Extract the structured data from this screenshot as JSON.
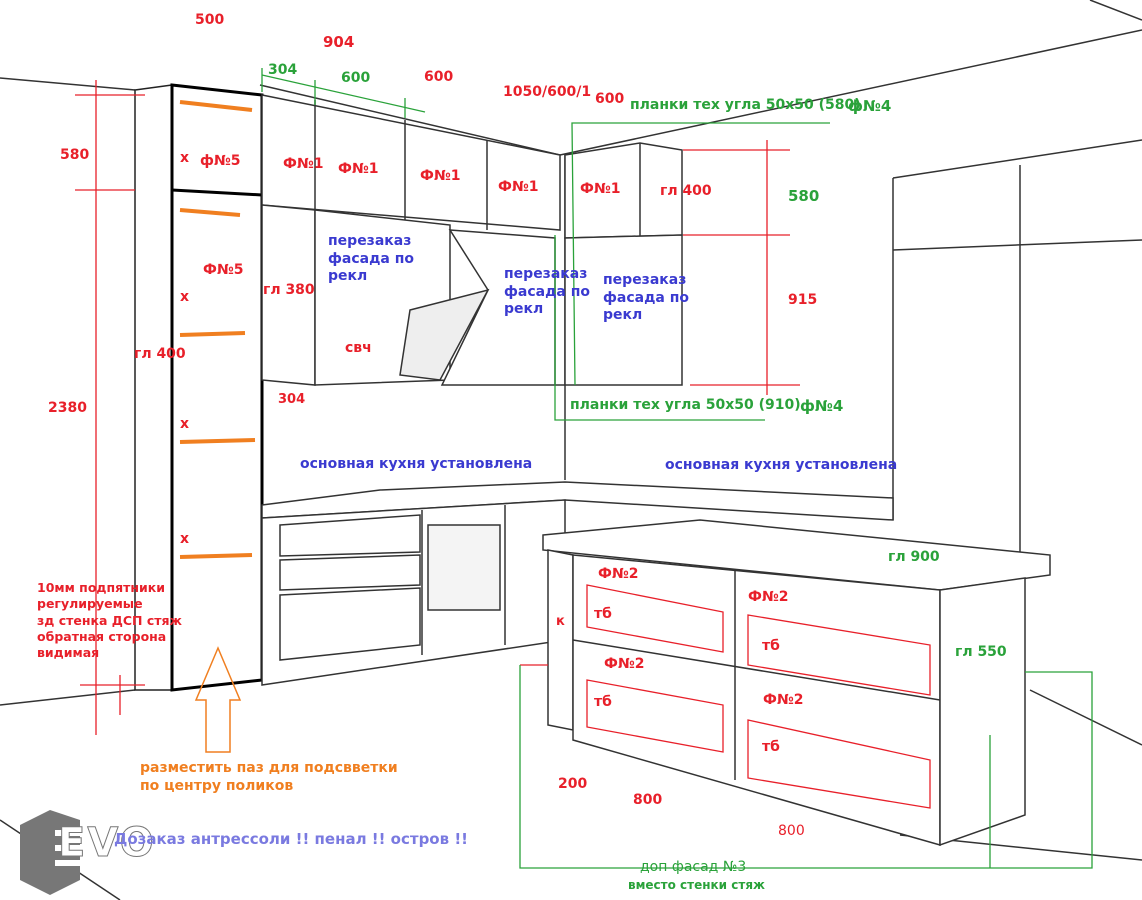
{
  "colors": {
    "red": "#e8202a",
    "green": "#2aa23a",
    "blue": "#3a3ad0",
    "orange": "#f07f20"
  },
  "logo": "EVO",
  "dims": {
    "d500": "500",
    "d904": "904",
    "d580_left": "580",
    "d2380": "2380",
    "gl400_left": "гл 400",
    "d304_top": "304",
    "d600_green": "600",
    "d600_red": "600",
    "d1050": "1050/600/1",
    "d600_b": "600",
    "gl400_right": "гл 400",
    "d580_right": "580",
    "d915": "915",
    "gl380": "гл 380",
    "d304_low": "304",
    "gl900": "гл 900",
    "gl550": "гл 550",
    "d200": "200",
    "d800_a": "800",
    "d800_b": "800"
  },
  "facades": {
    "f5": "ф№5",
    "f5b": "Ф№5",
    "f1": "Ф№1",
    "f2": "Ф№2",
    "tb": "тб",
    "x": "x",
    "k": "к",
    "svch": "свч"
  },
  "notes": {
    "strips_top": "планки тех угла 50x50 (580)",
    "f4_top": "ф№4",
    "strips_bottom": "планки тех угла 50x50 (910)",
    "f4_bottom": "ф№4",
    "reorder": "перезаказ\nфасада по\nрекл",
    "installed": "основная кухня установлена",
    "left_note": "10мм  подпятники\nрегулируемые\nзд стенка ДСП стяж\nобратная сторона\nвидимая",
    "groove": "разместить паз для подсвветки\nпо центру поликов",
    "extra_order": "Дозаказ антрессоли !! пенал !! остров !!",
    "extra_facade": "доп фасад №3",
    "instead": "вместо стенки стяж"
  }
}
